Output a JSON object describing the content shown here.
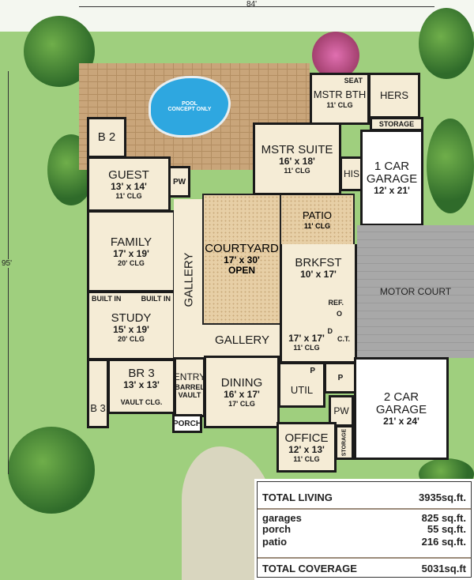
{
  "dimensions": {
    "width": "84'",
    "depth": "95'"
  },
  "pool": {
    "label": "POOL",
    "note": "CONCEPT ONLY"
  },
  "rooms": {
    "guest": {
      "name": "GUEST",
      "size": "13' x 14'",
      "clg": "11' CLG"
    },
    "b2": {
      "name": "B 2"
    },
    "pw1": {
      "name": "PW"
    },
    "family": {
      "name": "FAMILY",
      "size": "17' x 19'",
      "clg": "20' CLG"
    },
    "built_in_left": "BUILT IN",
    "built_in_right": "BUILT IN",
    "study": {
      "name": "STUDY",
      "size": "15' x 19'",
      "clg": "20' CLG"
    },
    "gallery_v": {
      "name": "GALLERY"
    },
    "gallery_h": {
      "name": "GALLERY"
    },
    "courtyard": {
      "name": "COURTYARD",
      "size": "17' x 30'",
      "clg": "OPEN"
    },
    "patio": {
      "name": "PATIO",
      "clg": "11' CLG"
    },
    "mstr_suite": {
      "name": "MSTR SUITE",
      "size": "16' x 18'",
      "clg": "11' CLG"
    },
    "mstr_bth": {
      "name": "MSTR BTH",
      "clg": "11' CLG"
    },
    "seat": {
      "name": "SEAT"
    },
    "hers": {
      "name": "HERS"
    },
    "his": {
      "name": "HIS"
    },
    "storage_top": {
      "name": "STORAGE"
    },
    "garage1": {
      "name": "1 CAR GARAGE",
      "size": "12' x 21'"
    },
    "motor_court": {
      "name": "MOTOR COURT"
    },
    "brkfst": {
      "name": "BRKFST",
      "size": "10' x 17'"
    },
    "kitchen": {
      "size": "17' x 17'",
      "clg": "11' CLG",
      "ref": "REF.",
      "o": "O",
      "d": "D",
      "ct": "C.T."
    },
    "br3": {
      "name": "BR 3",
      "size": "13' x 13'",
      "clg": "VAULT CLG."
    },
    "b3": {
      "name": "B 3"
    },
    "entry": {
      "name": "ENTRY",
      "clg": "BARREL VAULT"
    },
    "porch": {
      "name": "PORCH"
    },
    "dining": {
      "name": "DINING",
      "size": "16' x 17'",
      "clg": "17' CLG"
    },
    "util": {
      "name": "UTIL",
      "p1": "P",
      "p2": "P"
    },
    "pw2": {
      "name": "PW"
    },
    "storage_bottom": {
      "name": "STORAGE"
    },
    "office": {
      "name": "OFFICE",
      "size": "12' x 13'",
      "clg": "11' CLG"
    },
    "garage2": {
      "name": "2 CAR GARAGE",
      "size": "21' x 24'"
    }
  },
  "summary": {
    "total_living": {
      "label": "TOTAL LIVING",
      "value": "3935sq.ft."
    },
    "items": [
      {
        "label": "garages",
        "value": "825 sq.ft."
      },
      {
        "label": "porch",
        "value": "55 sq.ft."
      },
      {
        "label": "patio",
        "value": "216 sq.ft."
      }
    ],
    "total_coverage": {
      "label": "TOTAL COVERAGE",
      "value": "5031sq.ft"
    }
  }
}
